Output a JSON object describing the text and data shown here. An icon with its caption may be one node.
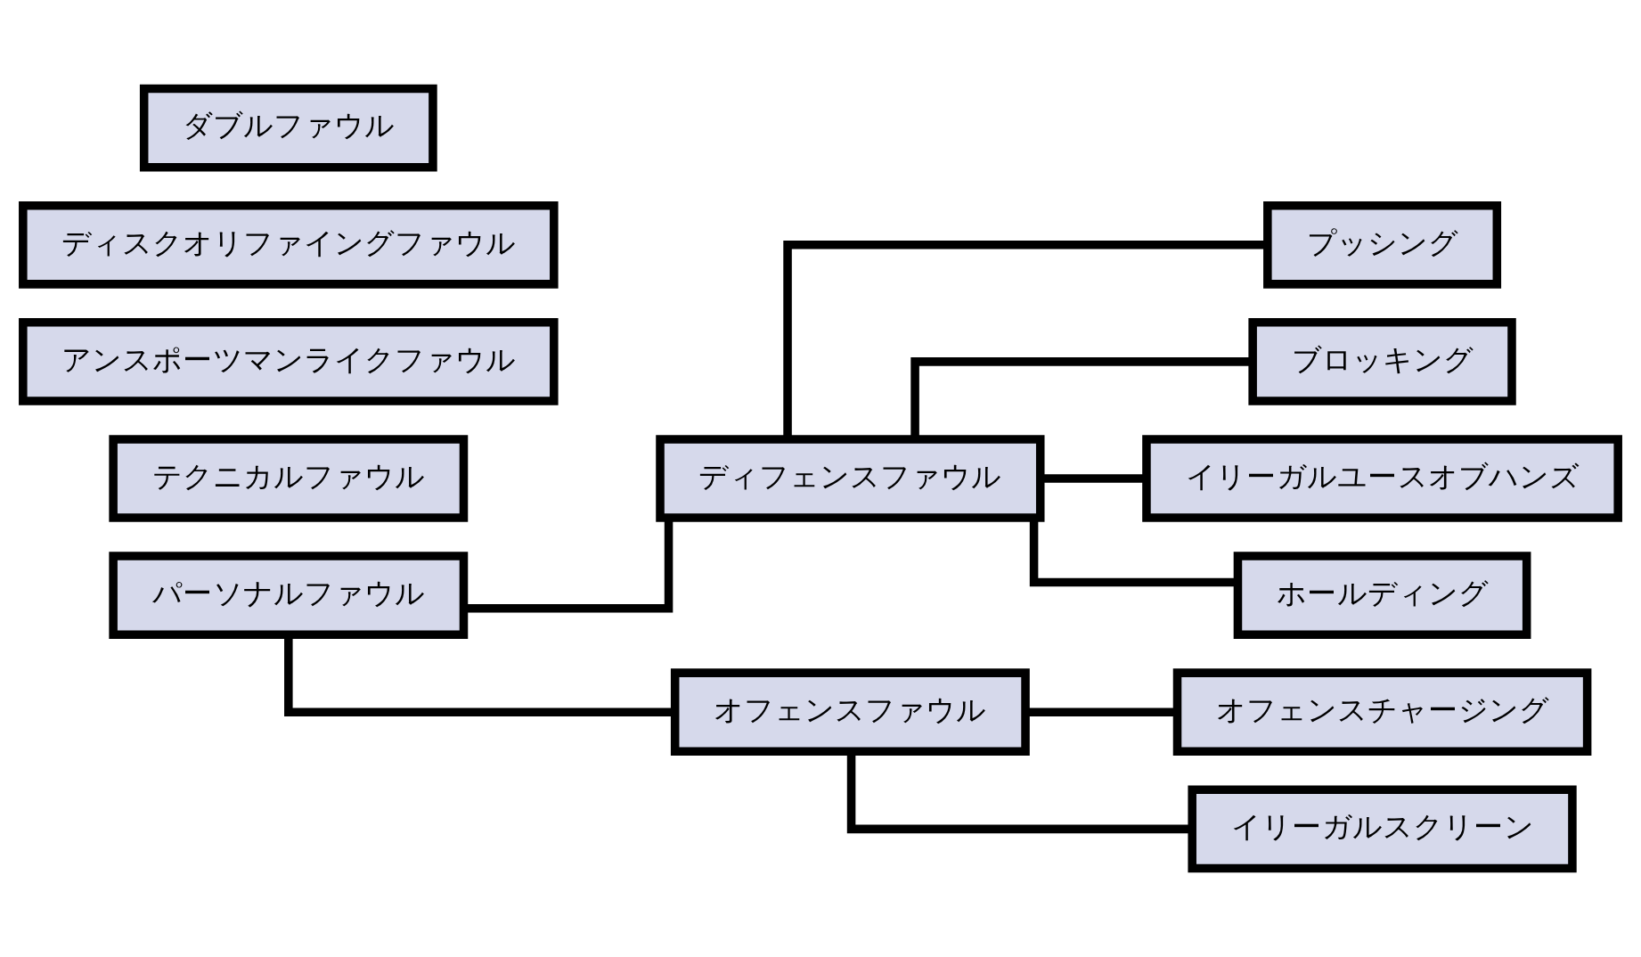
{
  "diagram": {
    "nodes": [
      {
        "text": [
          "パーソナルファウル"
        ]
      },
      {
        "text": [
          "ディフェンスファウル"
        ]
      },
      {
        "text": [
          "オフェンスファウル"
        ]
      },
      {
        "text": [
          "プッシング"
        ]
      },
      {
        "text": [
          "ブロッキング"
        ]
      },
      {
        "text": [
          "イリーガルユースオブハンズ"
        ]
      },
      {
        "text": [
          "ホールディング"
        ]
      },
      {
        "text": [
          "オフェンスチャージング"
        ]
      },
      {
        "text": [
          "イリーガルスクリーン"
        ]
      },
      {
        "text": [
          "テクニカルファウル"
        ]
      },
      {
        "text": [
          "アンスポーツマンライクファウル"
        ]
      },
      {
        "text": [
          "ディスクオリファイングファウル"
        ]
      },
      {
        "text": [
          "ダブルファウル"
        ]
      }
    ],
    "edges": [
      {
        "from": 0,
        "to": 1,
        "arrow": "none"
      },
      {
        "from": 0,
        "to": 2,
        "arrow": "none"
      },
      {
        "from": 1,
        "to": 3,
        "arrow": "none"
      },
      {
        "from": 1,
        "to": 4,
        "arrow": "none"
      },
      {
        "from": 1,
        "to": 5,
        "arrow": "none"
      },
      {
        "from": 1,
        "to": 6,
        "arrow": "none"
      },
      {
        "from": 2,
        "to": 7,
        "arrow": "none"
      },
      {
        "from": 2,
        "to": 8,
        "arrow": "none"
      }
    ]
  }
}
